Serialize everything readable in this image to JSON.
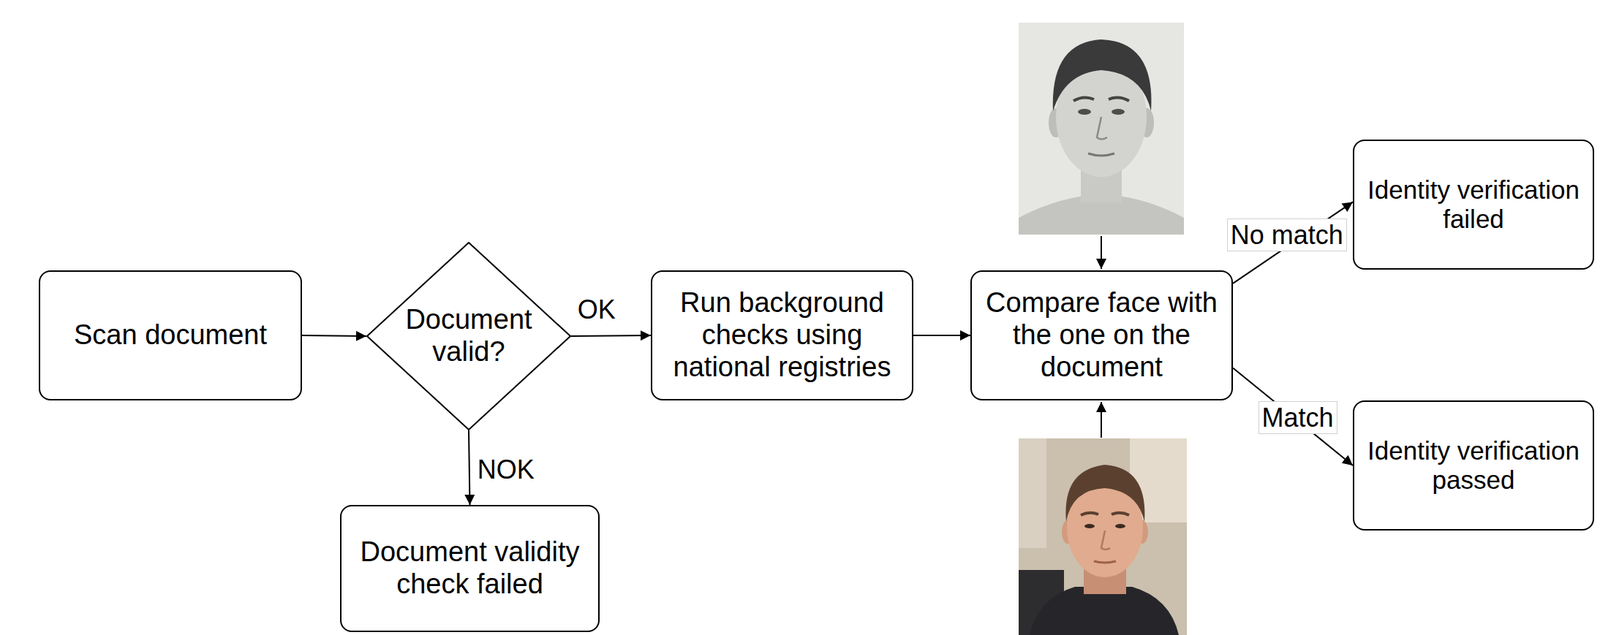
{
  "diagram": {
    "nodes": [
      {
        "text": [
          "Scan document"
        ]
      },
      {
        "text": [
          "Document valid?"
        ]
      },
      {
        "text": [
          "Run background checks using national registries"
        ]
      },
      {
        "text": [
          "Document validity check failed"
        ]
      },
      {
        "text": [
          "Compare face with the one on the document"
        ]
      },
      {
        "text": [
          "Identity verification failed"
        ]
      },
      {
        "text": [
          "Identity verification passed"
        ]
      }
    ],
    "edges": [
      {
        "from": 0,
        "to": 1,
        "arrow": "to"
      },
      {
        "from": 1,
        "to": 2,
        "label": "OK",
        "arrow": "to"
      },
      {
        "from": 1,
        "to": 3,
        "label": "NOK",
        "arrow": "to"
      },
      {
        "from": 2,
        "to": 4,
        "arrow": "to"
      },
      {
        "from": 4,
        "to": 5,
        "label": "No match",
        "arrow": "to"
      },
      {
        "from": 4,
        "to": 6,
        "label": "Match",
        "arrow": "to"
      }
    ]
  }
}
